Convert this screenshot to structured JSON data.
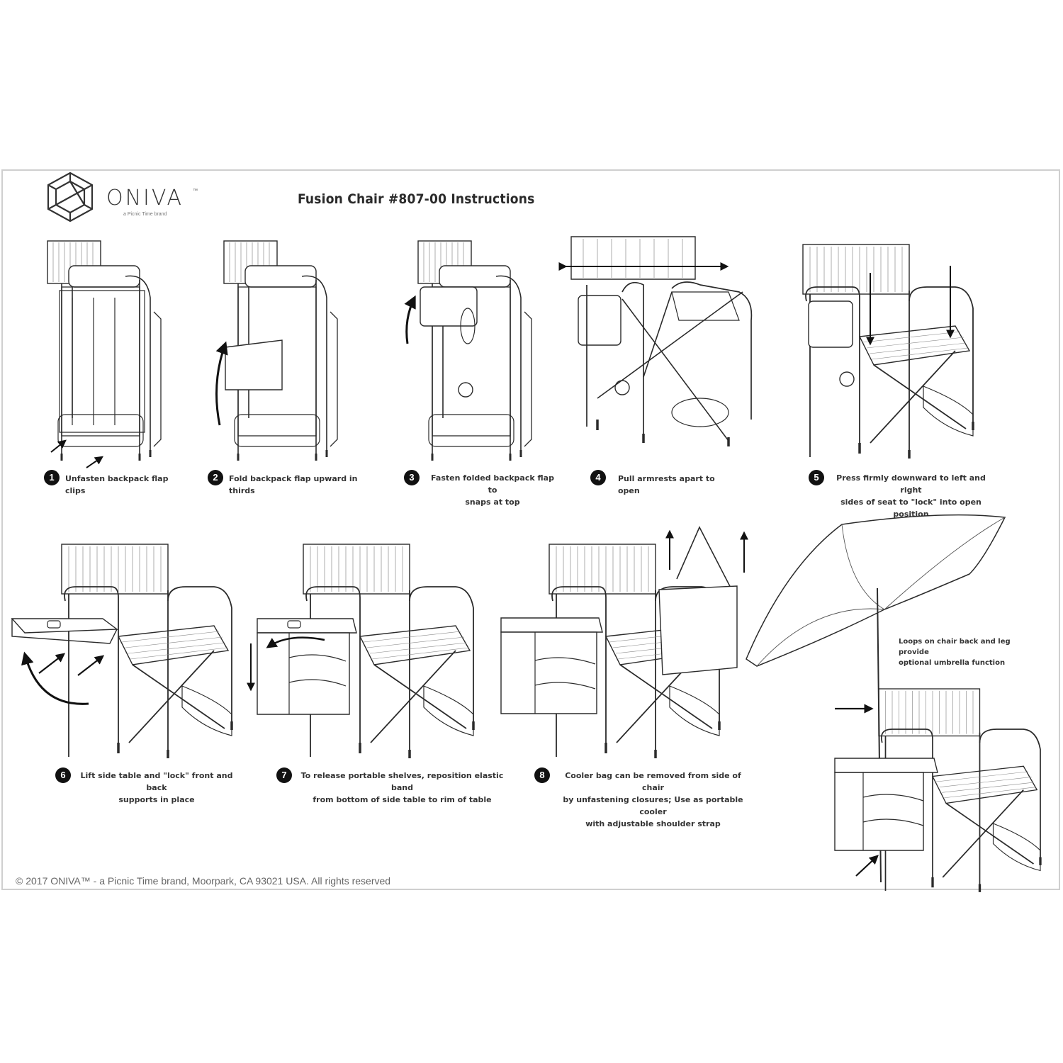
{
  "header": {
    "brand": "ONIVA",
    "brand_tm": "™",
    "tagline": "a Picnic Time brand",
    "title": "Fusion Chair #807-00 Instructions"
  },
  "steps": [
    {
      "num": "1",
      "caption": "Unfasten backpack flap clips"
    },
    {
      "num": "2",
      "caption": "Fold backpack flap upward in thirds"
    },
    {
      "num": "3",
      "caption": "Fasten folded backpack flap to\nsnaps at top"
    },
    {
      "num": "4",
      "caption": "Pull armrests apart to open"
    },
    {
      "num": "5",
      "caption": "Press firmly downward to left and right\nsides of seat to \"lock\" into open position"
    },
    {
      "num": "6",
      "caption": "Lift side table and \"lock\" front and back\nsupports in place"
    },
    {
      "num": "7",
      "caption": "To release portable shelves, reposition elastic band\nfrom bottom of side table to rim of table"
    },
    {
      "num": "8",
      "caption": "Cooler bag can be removed from side of chair\nby unfastening closures; Use as portable cooler\nwith adjustable shoulder strap"
    }
  ],
  "umbrella_note": "Loops on chair back and leg provide\noptional umbrella function",
  "footer": "© 2017 ONIVA™ - a Picnic Time brand, Moorpark, CA 93021 USA.  All rights reserved",
  "colors": {
    "line": "#2b2b2b",
    "border": "#cfcfcf"
  }
}
